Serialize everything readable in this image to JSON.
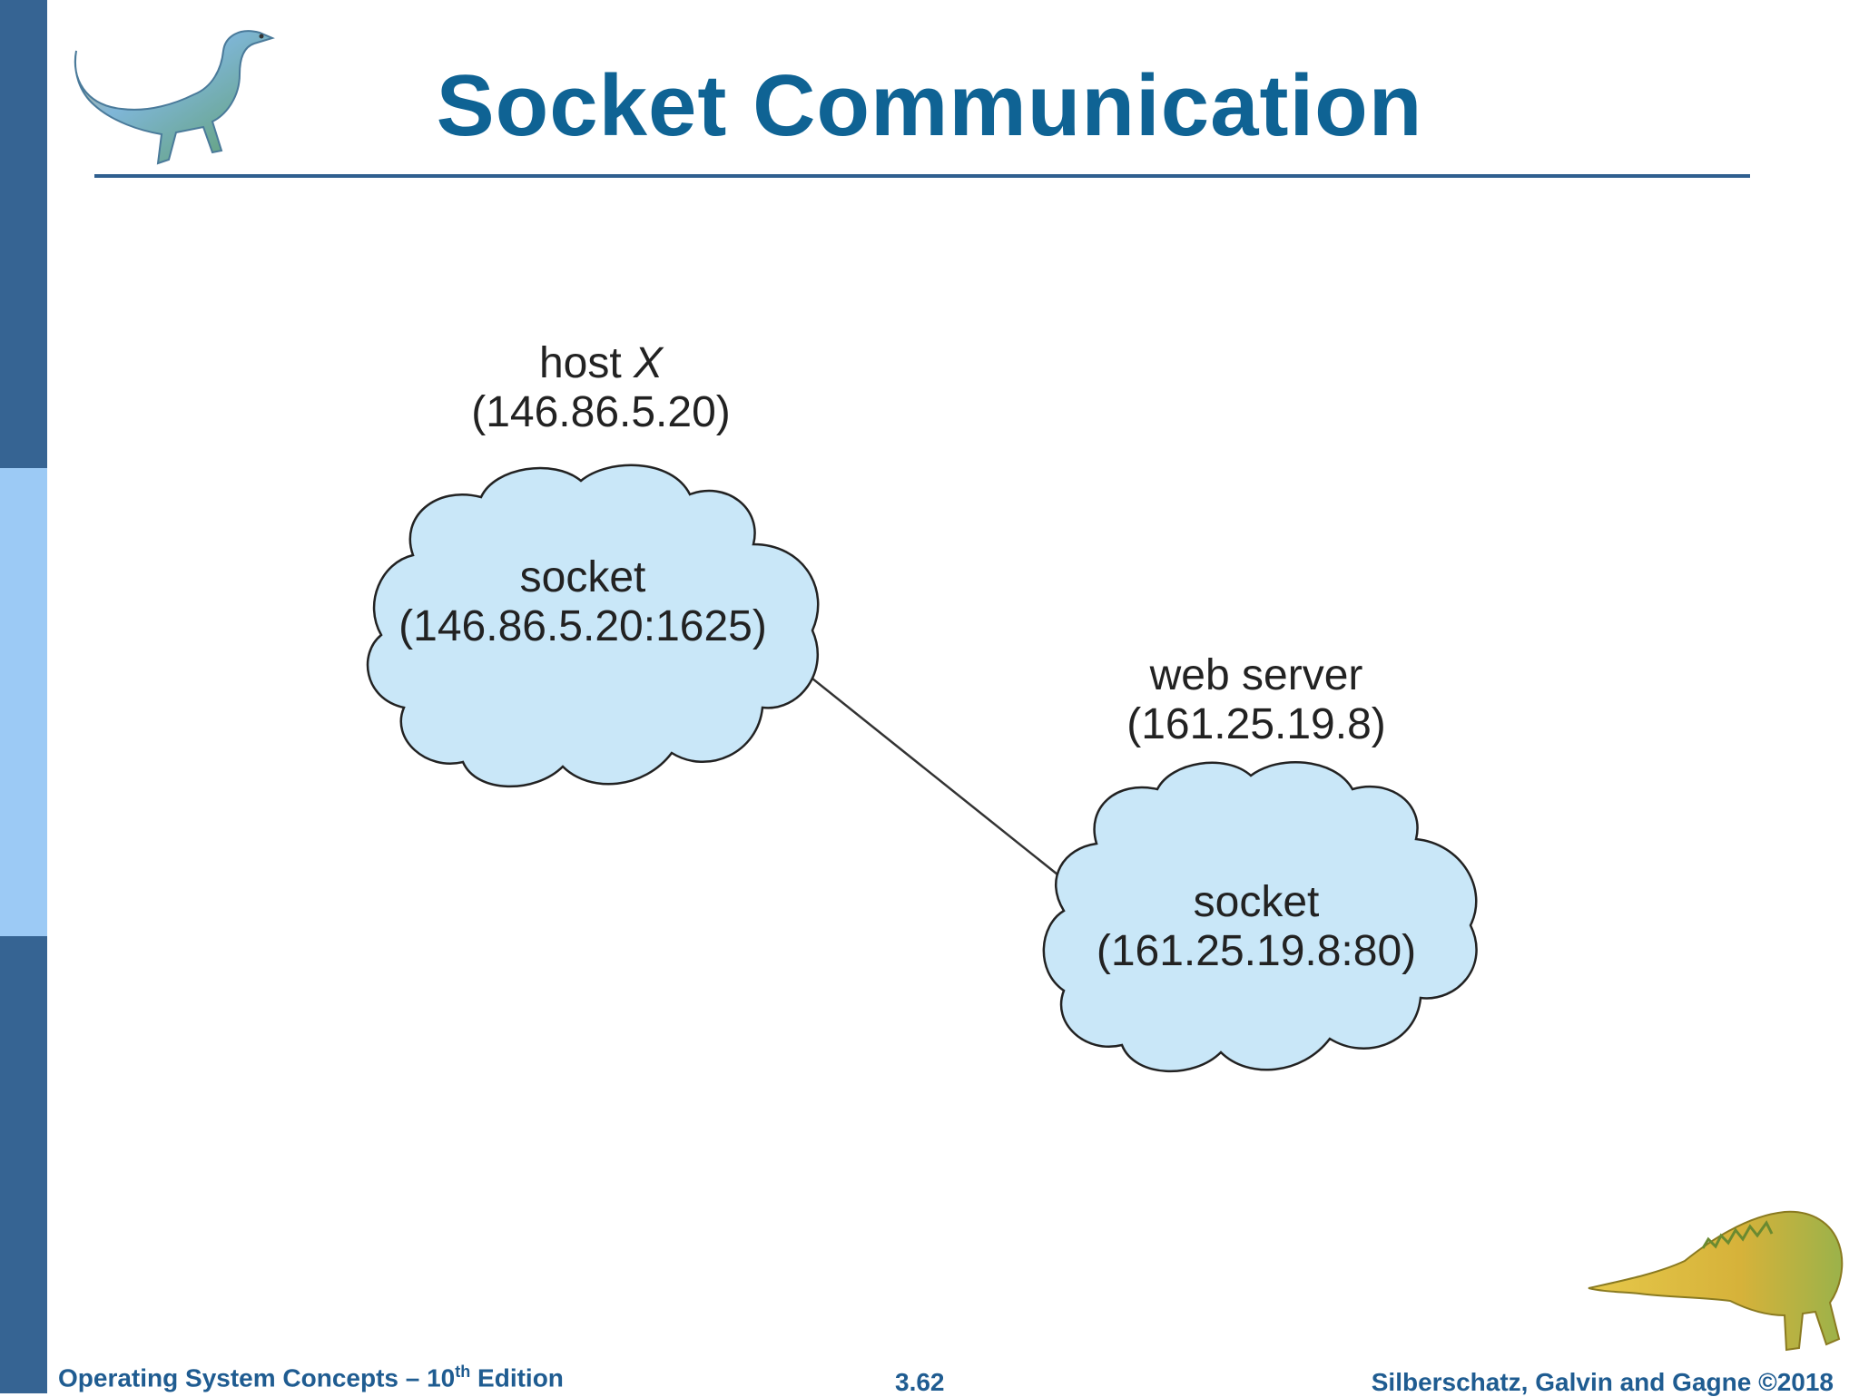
{
  "slide": {
    "title": "Socket Communication"
  },
  "diagram": {
    "host": {
      "name_prefix": "host",
      "name_var": "X",
      "ip": "(146.86.5.20)",
      "socket_label": "socket",
      "socket_addr": "(146.86.5.20:1625)"
    },
    "server": {
      "name": "web server",
      "ip": "(161.25.19.8)",
      "socket_label": "socket",
      "socket_addr": "(161.25.19.8:80)"
    }
  },
  "footer": {
    "book": "Operating System Concepts – 10",
    "book_sup": "th",
    "book_suffix": " Edition",
    "page": "3.62",
    "copyright": "Silberschatz, Galvin and Gagne ©2018"
  },
  "colors": {
    "title": "#0f6394",
    "left_bar": "#366493",
    "left_bar_light": "#9ccaf5",
    "cloud_fill": "#c9e7f8"
  },
  "icons": [
    "dinosaur-top-left",
    "dinosaur-bottom-right"
  ]
}
